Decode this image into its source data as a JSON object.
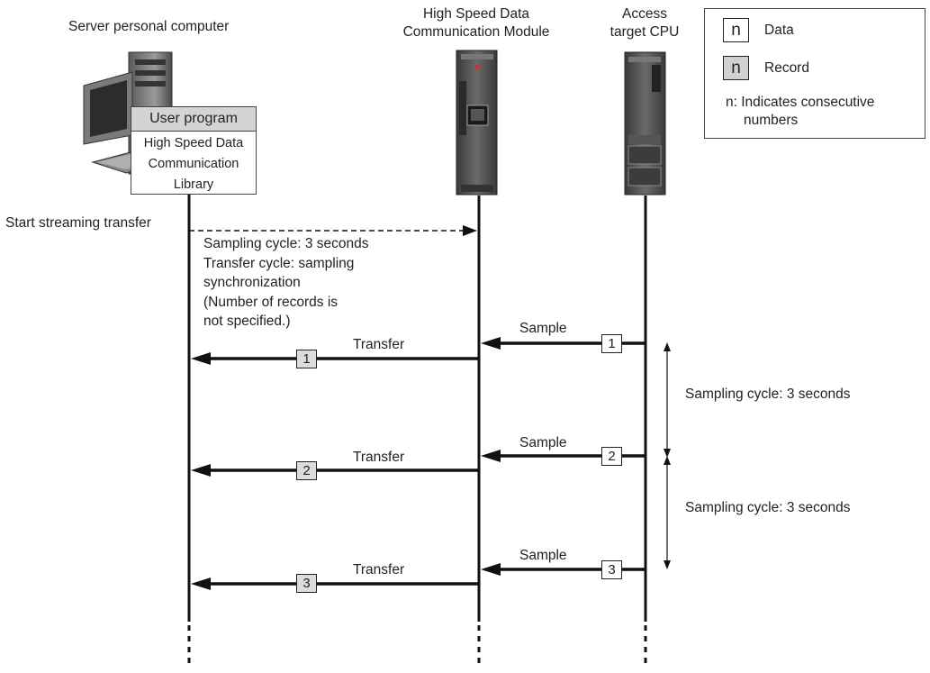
{
  "participants": {
    "server": "Server personal computer",
    "module": [
      "High Speed Data",
      "Communication Module"
    ],
    "cpu": [
      "Access",
      "target CPU"
    ]
  },
  "user_program": {
    "title": "User program",
    "body": [
      "High Speed Data",
      "Communication",
      "Library"
    ]
  },
  "legend": {
    "data_symbol": "n",
    "data_label": "Data",
    "record_symbol": "n",
    "record_label": "Record",
    "note": [
      "n: Indicates consecutive",
      "numbers"
    ]
  },
  "start": {
    "label": "Start streaming transfer",
    "details": [
      "Sampling cycle: 3 seconds",
      "Transfer cycle: sampling",
      "synchronization",
      "(Number of records is",
      " not specified.)"
    ]
  },
  "steps": [
    {
      "sample_label": "Sample",
      "data_num": "1",
      "transfer_label": "Transfer",
      "record_num": "1"
    },
    {
      "sample_label": "Sample",
      "data_num": "2",
      "transfer_label": "Transfer",
      "record_num": "2"
    },
    {
      "sample_label": "Sample",
      "data_num": "3",
      "transfer_label": "Transfer",
      "record_num": "3"
    }
  ],
  "cycles": [
    "Sampling cycle: 3 seconds",
    "Sampling cycle: 3 seconds"
  ],
  "colors": {
    "line": "#111111",
    "record_fill": "#dcdcdc",
    "device": "#4a4a4a"
  }
}
